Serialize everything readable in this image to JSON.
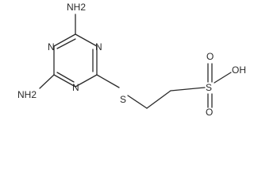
{
  "molecule": {
    "atoms": {
      "amino_top": "NH2",
      "amino_bottom": "NH2",
      "n_ring_1": "N",
      "n_ring_2": "N",
      "n_ring_3": "N",
      "thioether_s": "S",
      "sulfonyl_s": "S",
      "oxo_o_1": "O",
      "oxo_o_2": "O",
      "hydroxyl": "OH"
    }
  }
}
